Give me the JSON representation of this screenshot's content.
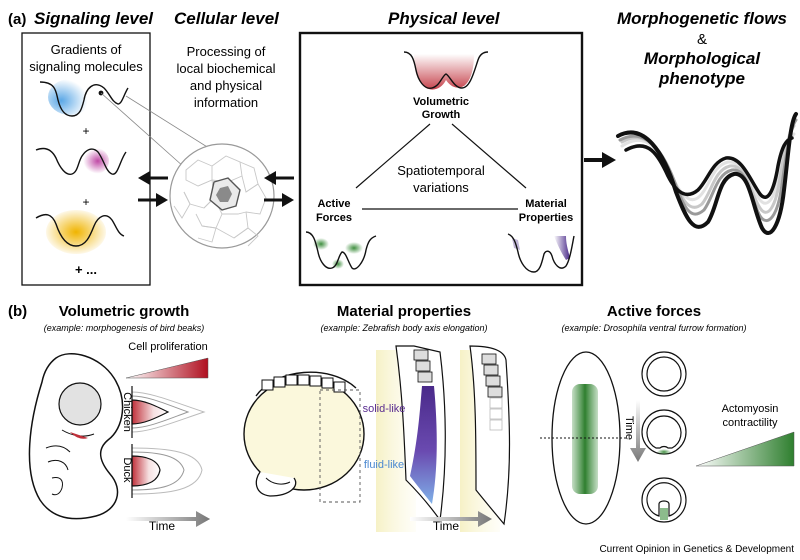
{
  "panel_a": {
    "tag": "(a)",
    "signaling": {
      "title": "Signaling level",
      "box_line1": "Gradients of",
      "box_line2": "signaling molecules",
      "plus1": "+",
      "plus2": "+",
      "plus_more": "+ ..."
    },
    "cellular": {
      "title": "Cellular level",
      "line1": "Processing of",
      "line2": "local biochemical",
      "line3": "and physical",
      "line4": "information"
    },
    "physical": {
      "title": "Physical level",
      "growth_line1": "Volumetric",
      "growth_line2": "Growth",
      "center_line1": "Spatiotemporal",
      "center_line2": "variations",
      "forces_line1": "Active",
      "forces_line2": "Forces",
      "material_line1": "Material",
      "material_line2": "Properties"
    },
    "flows": {
      "title_line1": "Morphogenetic flows",
      "amp": "&",
      "title_line2": "Morphological",
      "title_line3": "phenotype"
    }
  },
  "panel_b": {
    "tag": "(b)",
    "growth": {
      "title": "Volumetric growth",
      "example": "(example: morphogenesis of bird beaks)",
      "prolif": "Cell proliferation",
      "chicken": "Chicken",
      "duck": "Duck",
      "time": "Time"
    },
    "material": {
      "title": "Material properties",
      "example": "(example: Zebrafish body axis elongation)",
      "solid": "solid-like",
      "fluid": "fluid-like",
      "time": "Time"
    },
    "forces": {
      "title": "Active forces",
      "example": "(example: Drosophila ventral furrow formation)",
      "time": "Time",
      "acto_line1": "Actomyosin",
      "acto_line2": "contractility"
    }
  },
  "footer": "Current Opinion in Genetics & Development",
  "colors": {
    "blue": "#5aa7e6",
    "magenta": "#c04aa6",
    "yellow": "#f0b400",
    "red": "#c0303a",
    "green": "#3f8f3f",
    "purple": "#5a2d91",
    "yolk": "#fbf8dc"
  }
}
